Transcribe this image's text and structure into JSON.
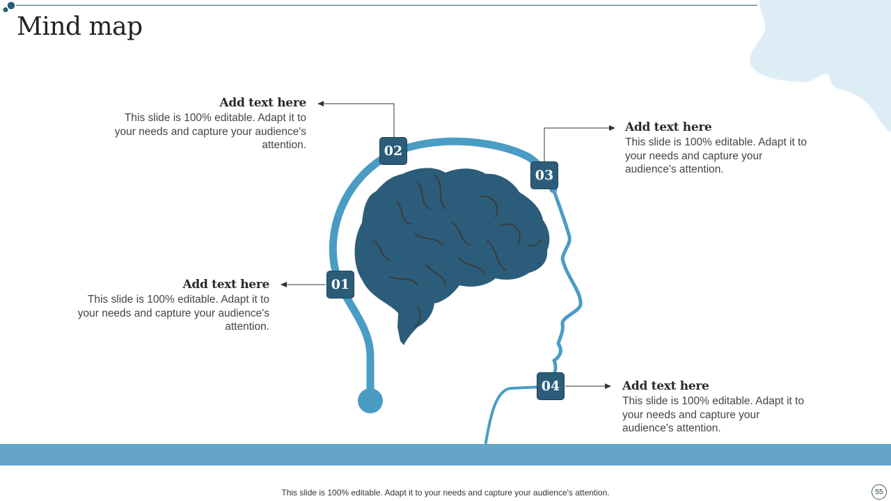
{
  "title": "Mind map",
  "items": [
    {
      "number": "01",
      "heading": "Add text here",
      "body": "This slide is 100% editable. Adapt it to your needs and capture your audience's attention."
    },
    {
      "number": "02",
      "heading": "Add text here",
      "body": "This slide is 100% editable. Adapt it to your needs and capture your audience's attention."
    },
    {
      "number": "03",
      "heading": "Add text here",
      "body": "This slide is 100% editable. Adapt it to your needs and capture your audience's attention."
    },
    {
      "number": "04",
      "heading": "Add text here",
      "body": "This slide is 100% editable. Adapt it to your needs and capture your audience's attention."
    }
  ],
  "footer": "This slide is 100% editable. Adapt it to your needs and capture your audience's attention.",
  "page_number": "55",
  "colors": {
    "primary": "#2b5d7a",
    "accent": "#4a9cc4",
    "band": "#65a5c7",
    "blob": "#deecf6"
  }
}
